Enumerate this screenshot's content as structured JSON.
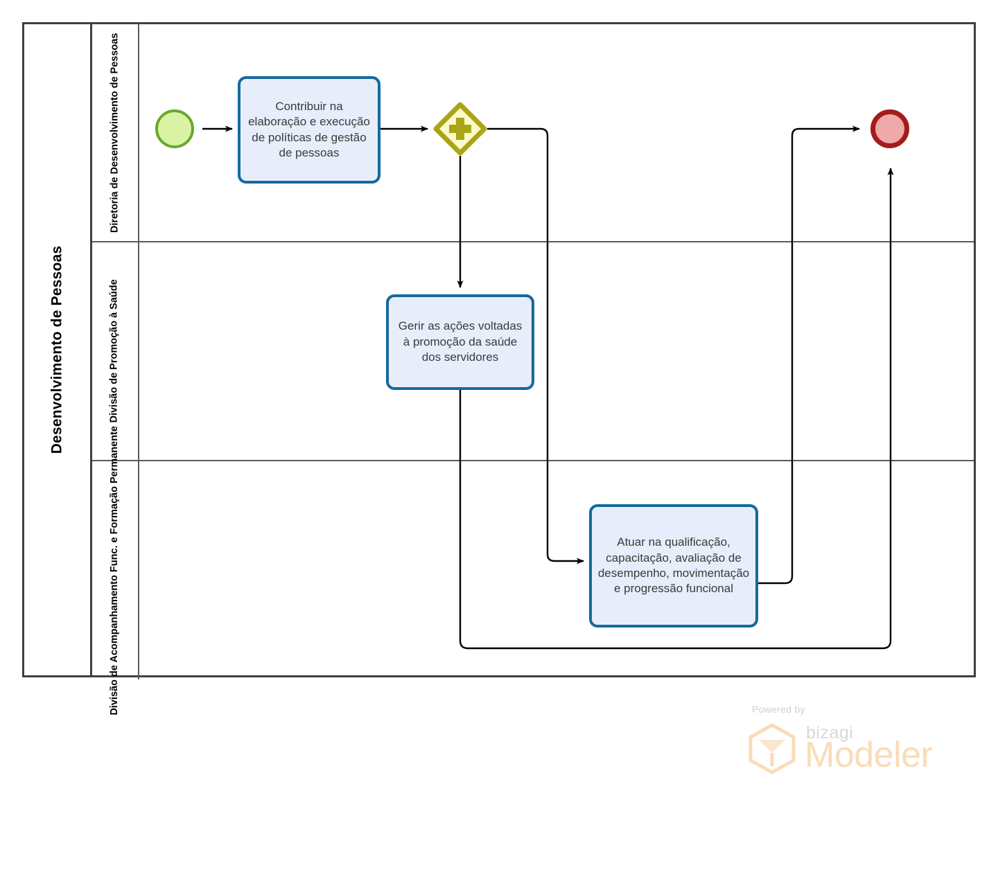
{
  "diagram": {
    "type": "bpmn-process",
    "pool": {
      "name": "Desenvolvimento de Pessoas"
    },
    "lanes": [
      {
        "id": "lane-diretoria",
        "name": "Diretoria de Desenvolvimento de Pessoas"
      },
      {
        "id": "lane-promocao-saude",
        "name": "Divisão de Promoção à Saúde"
      },
      {
        "id": "lane-acompanhamento",
        "name": "Divisão de Acompanhamento Func. e Formação Permanente"
      }
    ],
    "nodes": [
      {
        "id": "start-event",
        "type": "start-event",
        "label": "",
        "lane": "lane-diretoria",
        "colors": {
          "fill": "#D9F2A3",
          "stroke": "#6BA72B"
        }
      },
      {
        "id": "task-politicas",
        "type": "task",
        "label": "Contribuir na elaboração e execução de políticas de gestão de pessoas",
        "lane": "lane-diretoria",
        "colors": {
          "fill": "#E8EDFB",
          "stroke": "#14699E"
        }
      },
      {
        "id": "gateway-parallel",
        "type": "parallel-gateway",
        "label": "",
        "lane": "lane-diretoria",
        "colors": {
          "fill": "#FCF9CB",
          "stroke": "#A8A617",
          "marker": "#A8A617"
        }
      },
      {
        "id": "task-saude",
        "type": "task",
        "label": "Gerir as ações voltadas à promoção da saúde dos servidores",
        "lane": "lane-promocao-saude",
        "colors": {
          "fill": "#E8EDFB",
          "stroke": "#14699E"
        }
      },
      {
        "id": "task-qualificacao",
        "type": "task",
        "label": "Atuar na qualificação, capacitação, avaliação de desempenho, movimentação e progressão funcional",
        "lane": "lane-acompanhamento",
        "colors": {
          "fill": "#E8EDFB",
          "stroke": "#14699E"
        }
      },
      {
        "id": "end-event",
        "type": "end-event",
        "label": "",
        "lane": "lane-diretoria",
        "colors": {
          "fill": "#EFA9A9",
          "stroke": "#A41B1B"
        }
      }
    ],
    "flows": [
      {
        "id": "flow-start-task1",
        "from": "start-event",
        "to": "task-politicas"
      },
      {
        "id": "flow-task1-gateway",
        "from": "task-politicas",
        "to": "gateway-parallel"
      },
      {
        "id": "flow-gateway-saude",
        "from": "gateway-parallel",
        "to": "task-saude"
      },
      {
        "id": "flow-gateway-qualificacao",
        "from": "gateway-parallel",
        "to": "task-qualificacao"
      },
      {
        "id": "flow-saude-end",
        "from": "task-saude",
        "to": "end-event"
      },
      {
        "id": "flow-qualificacao-end",
        "from": "task-qualificacao",
        "to": "end-event"
      }
    ]
  },
  "watermark": {
    "powered_by": "Powered by",
    "brand": "bizagi",
    "product": "Modeler",
    "accent_color": "#FADCB8"
  }
}
